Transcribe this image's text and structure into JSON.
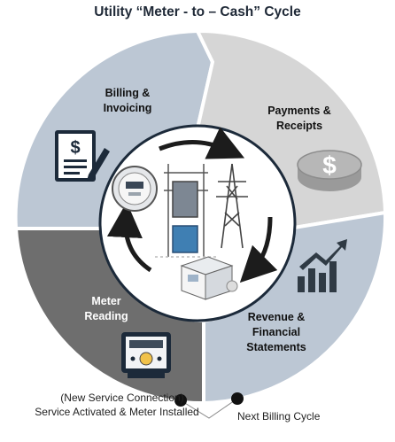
{
  "title": "Utility “Meter - to – Cash” Cycle",
  "segments": [
    {
      "label": "Billing &\nInvoicing",
      "icon": "invoice-icon",
      "color": "#bcc7d4"
    },
    {
      "label": "Payments &\nReceipts",
      "icon": "coin-dollar-icon",
      "color": "#d6d6d6"
    },
    {
      "label": "Revenue &\nFinancial\nStatements",
      "icon": "growth-chart-icon",
      "color": "#bcc7d4"
    },
    {
      "label": "Meter\nReading",
      "icon": "meter-icon",
      "color": "#6e6e6e"
    }
  ],
  "center": {
    "icons": [
      "smart-meter-icon",
      "substation-icon",
      "transmission-tower-icon",
      "building-icon"
    ]
  },
  "notes": {
    "start_line1": "(New Service Connection)",
    "start_line2": "Service Activated & Meter Installed",
    "end": "Next Billing Cycle"
  },
  "colors": {
    "ring_blue": "#bcc7d4",
    "ring_gray": "#d6d6d6",
    "ring_dark": "#6e6e6e",
    "navy": "#1c2a3a"
  }
}
